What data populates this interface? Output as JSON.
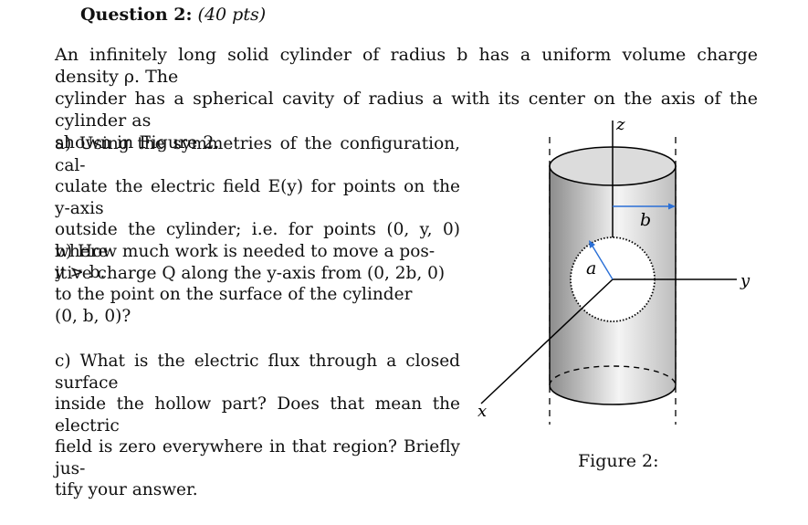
{
  "question": {
    "label": "Question 2:",
    "points": "(40 pts)"
  },
  "intro": {
    "lines": [
      "An infinitely long solid cylinder of radius b has a uniform volume charge density ρ. The",
      "cylinder has a spherical cavity of radius a with its center on the axis of the cylinder as",
      "shown in Figure 2."
    ]
  },
  "parts": {
    "a": {
      "lines": [
        "a) Using the symmetries of the configuration, cal-",
        "culate the electric field E(y) for points on the y-axis",
        "outside the cylinder; i.e. for points (0, y, 0) where",
        "y > b."
      ]
    },
    "b": {
      "lines": [
        "b) How much work is needed to move a pos-",
        "itive charge Q along the y-axis from (0, 2b, 0)",
        "to the point on the surface of the cylinder",
        "(0, b, 0)?"
      ]
    },
    "c": {
      "lines": [
        "c) What is the electric flux through a closed surface",
        "inside the hollow part? Does that mean the electric",
        "field is zero everywhere in that region? Briefly jus-",
        "tify your answer."
      ]
    }
  },
  "figure": {
    "caption": "Figure 2:",
    "labels": {
      "z_axis": "z",
      "y_axis": "y",
      "x_axis": "x",
      "cylinder_radius": "b",
      "cavity_radius": "a"
    },
    "colors": {
      "radius_arrow": "#2a6fd6",
      "cylinder_dark": "#8c8c8c",
      "cylinder_light": "#f4f4f4"
    }
  }
}
